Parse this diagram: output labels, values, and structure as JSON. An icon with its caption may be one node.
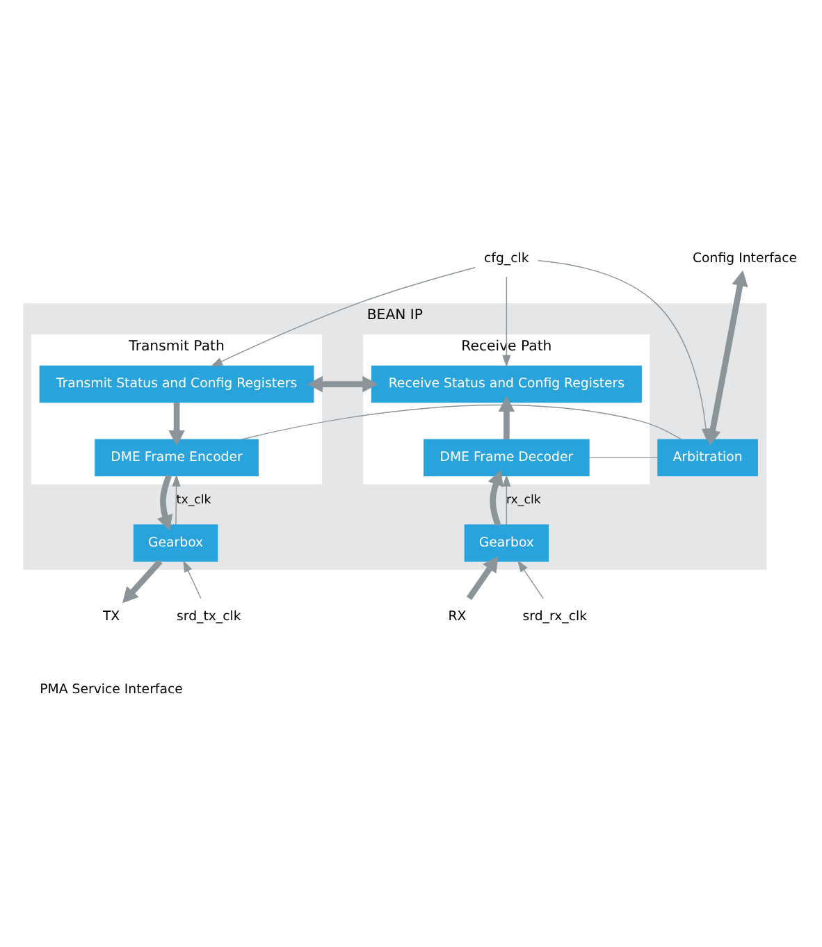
{
  "diagram": {
    "nodes": [
      {
        "text": [
          "BEAN IP"
        ]
      },
      {
        "text": [
          "Transmit Path"
        ],
        "in": 0
      },
      {
        "text": [
          "Transmit Status and Config Registers"
        ],
        "in": 1
      },
      {
        "text": [
          "DME Frame Encoder"
        ],
        "in": 1
      },
      {
        "text": [
          "Receive Path"
        ],
        "in": 0
      },
      {
        "text": [
          "Receive Status and Config Registers"
        ],
        "in": 4
      },
      {
        "text": [
          "DME Frame Decoder"
        ],
        "in": 4
      },
      {
        "text": [
          "Arbitration"
        ],
        "in": 0
      },
      {
        "text": [
          "Gearbox"
        ],
        "in": 0
      },
      {
        "text": [
          "Gearbox"
        ],
        "in": 0
      },
      {
        "text": [
          "cfg_clk"
        ]
      },
      {
        "text": [
          "Config Interface"
        ]
      },
      {
        "text": [
          "TX"
        ]
      },
      {
        "text": [
          "RX"
        ]
      },
      {
        "text": [
          "srd_tx_clk"
        ]
      },
      {
        "text": [
          "srd_rx_clk"
        ]
      }
    ],
    "edges": [
      {
        "from": 10,
        "to": 2,
        "arrow": "to"
      },
      {
        "from": 10,
        "to": 5,
        "arrow": "to"
      },
      {
        "from": 10,
        "to": 7,
        "arrow": "to"
      },
      {
        "from": 11,
        "to": 7,
        "arrow": "both",
        "style": "thick"
      },
      {
        "from": 2,
        "to": 5,
        "arrow": "both",
        "style": "thick"
      },
      {
        "from": 2,
        "to": 3,
        "arrow": "to",
        "style": "thick"
      },
      {
        "from": 3,
        "to": 7,
        "arrow": "none"
      },
      {
        "from": 7,
        "to": 6,
        "arrow": "none"
      },
      {
        "from": 6,
        "to": 5,
        "arrow": "to",
        "style": "thick"
      },
      {
        "from": 3,
        "to": 8,
        "arrow": "to",
        "style": "thick"
      },
      {
        "from": 8,
        "to": 12,
        "arrow": "to",
        "style": "thick"
      },
      {
        "from": 13,
        "to": 9,
        "arrow": "to",
        "style": "thick"
      },
      {
        "from": 9,
        "to": 6,
        "arrow": "to",
        "style": "thick"
      },
      {
        "from": 8,
        "to": 3,
        "arrow": "to",
        "label": "tx_clk"
      },
      {
        "from": 9,
        "to": 6,
        "arrow": "to",
        "label": "rx_clk"
      },
      {
        "from": 14,
        "to": 8,
        "arrow": "to"
      },
      {
        "from": 15,
        "to": 9,
        "arrow": "to"
      }
    ],
    "labels": [
      "PMA Service Interface"
    ]
  }
}
